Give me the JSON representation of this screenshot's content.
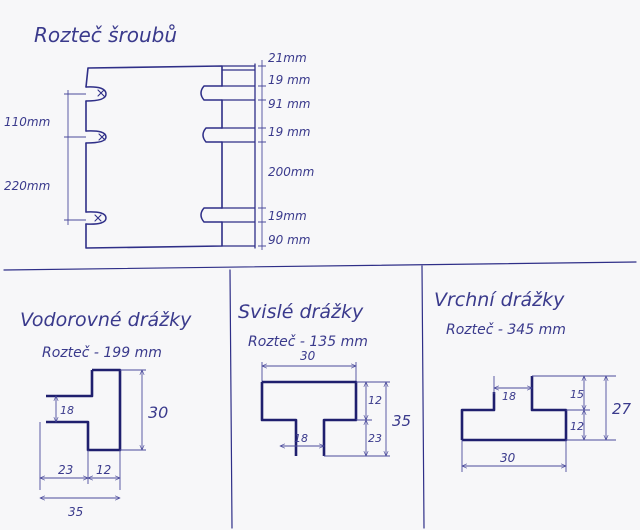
{
  "top": {
    "title": "Rozteč šroubů",
    "left_dims": [
      "110mm",
      "220mm"
    ],
    "right_dims": [
      "21mm",
      "19 mm",
      "91 mm",
      "19 mm",
      "200mm",
      "19mm",
      "90 mm"
    ]
  },
  "horizontal": {
    "title": "Vodorovné drážky",
    "pitch": "Rozteč - 199 mm",
    "dims": {
      "height": "30",
      "notch": "18",
      "left": "23",
      "right": "12",
      "total": "35"
    }
  },
  "vertical": {
    "title": "Svislé drážky",
    "pitch": "Rozteč - 135 mm",
    "dims": {
      "width": "30",
      "top": "12",
      "total": "35",
      "bottom": "23",
      "stem": "18"
    }
  },
  "upper": {
    "title": "Vrchní drážky",
    "pitch": "Rozteč - 345 mm",
    "dims": {
      "step": "18",
      "upper": "15",
      "total": "27",
      "lower": "12",
      "width": "30"
    }
  }
}
